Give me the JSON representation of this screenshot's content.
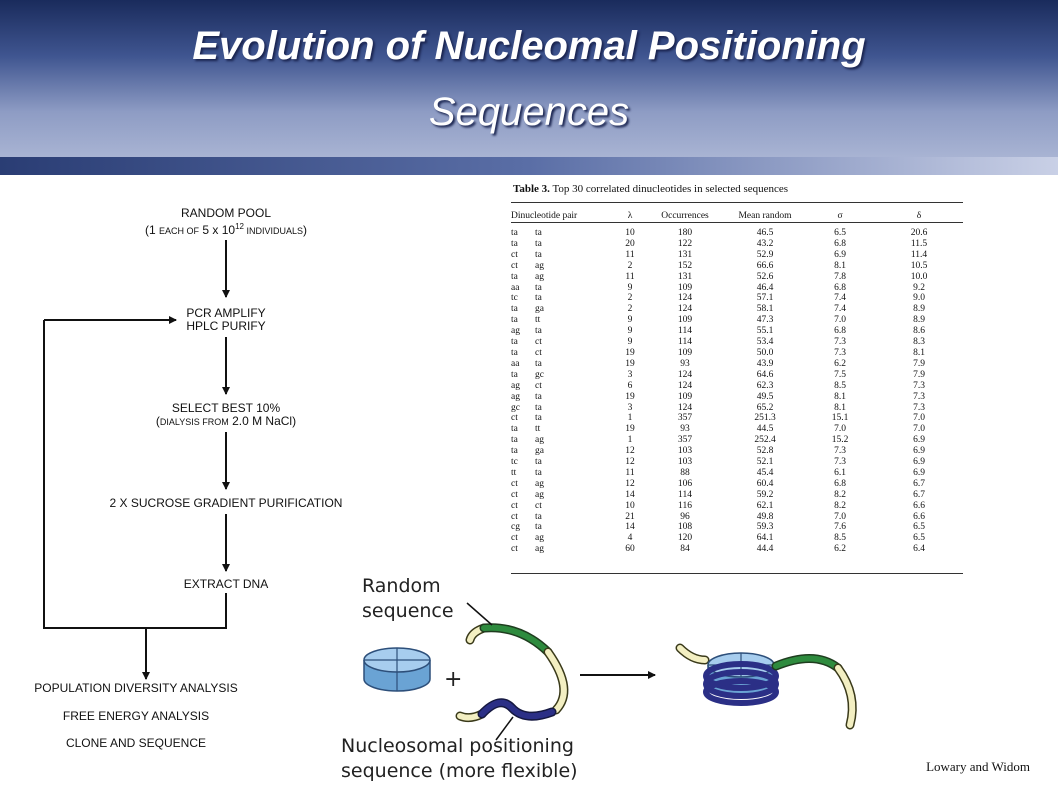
{
  "header": {
    "title_line1": "Evolution of Nucleomal Positioning",
    "title_line2": "Sequences"
  },
  "flowchart": {
    "random_pool_title": "RANDOM POOL",
    "random_pool_pre": "(1 ",
    "random_pool_each": "each of",
    "random_pool_mid": " 5 x 10",
    "random_pool_exp": "12",
    "random_pool_post_sc": " individuals",
    "random_pool_close": ")",
    "pcr": "PCR AMPLIFY",
    "hplc": "HPLC PURIFY",
    "select": "SELECT BEST 10%",
    "dialysis_pre": "(",
    "dialysis_sc": "dialysis from",
    "dialysis_post": " 2.0 M NaCl)",
    "sucrose": "2 X SUCROSE GRADIENT PURIFICATION",
    "extract": "EXTRACT DNA",
    "population": "POPULATION  DIVERSITY ANALYSIS",
    "free_energy": "FREE ENERGY ANALYSIS",
    "clone": "CLONE AND SEQUENCE"
  },
  "table": {
    "caption_bold": "Table 3.",
    "caption_rest": " Top 30 correlated dinucleotides in selected sequences",
    "headers": [
      "Dinucleotide pair",
      "λ",
      "Occurrences",
      "Mean random",
      "σ",
      "δ"
    ],
    "rows": [
      [
        "ta",
        "ta",
        "10",
        "180",
        "46.5",
        "6.5",
        "20.6"
      ],
      [
        "ta",
        "ta",
        "20",
        "122",
        "43.2",
        "6.8",
        "11.5"
      ],
      [
        "ct",
        "ta",
        "11",
        "131",
        "52.9",
        "6.9",
        "11.4"
      ],
      [
        "ct",
        "ag",
        "2",
        "152",
        "66.6",
        "8.1",
        "10.5"
      ],
      [
        "ta",
        "ag",
        "11",
        "131",
        "52.6",
        "7.8",
        "10.0"
      ],
      [
        "aa",
        "ta",
        "9",
        "109",
        "46.4",
        "6.8",
        "9.2"
      ],
      [
        "tc",
        "ta",
        "2",
        "124",
        "57.1",
        "7.4",
        "9.0"
      ],
      [
        "ta",
        "ga",
        "2",
        "124",
        "58.1",
        "7.4",
        "8.9"
      ],
      [
        "ta",
        "tt",
        "9",
        "109",
        "47.3",
        "7.0",
        "8.9"
      ],
      [
        "ag",
        "ta",
        "9",
        "114",
        "55.1",
        "6.8",
        "8.6"
      ],
      [
        "ta",
        "ct",
        "9",
        "114",
        "53.4",
        "7.3",
        "8.3"
      ],
      [
        "ta",
        "ct",
        "19",
        "109",
        "50.0",
        "7.3",
        "8.1"
      ],
      [
        "aa",
        "ta",
        "19",
        "93",
        "43.9",
        "6.2",
        "7.9"
      ],
      [
        "ta",
        "gc",
        "3",
        "124",
        "64.6",
        "7.5",
        "7.9"
      ],
      [
        "ag",
        "ct",
        "6",
        "124",
        "62.3",
        "8.5",
        "7.3"
      ],
      [
        "ag",
        "ta",
        "19",
        "109",
        "49.5",
        "8.1",
        "7.3"
      ],
      [
        "gc",
        "ta",
        "3",
        "124",
        "65.2",
        "8.1",
        "7.3"
      ],
      [
        "ct",
        "ta",
        "1",
        "357",
        "251.3",
        "15.1",
        "7.0"
      ],
      [
        "ta",
        "tt",
        "19",
        "93",
        "44.5",
        "7.0",
        "7.0"
      ],
      [
        "ta",
        "ag",
        "1",
        "357",
        "252.4",
        "15.2",
        "6.9"
      ],
      [
        "ta",
        "ga",
        "12",
        "103",
        "52.8",
        "7.3",
        "6.9"
      ],
      [
        "tc",
        "ta",
        "12",
        "103",
        "52.1",
        "7.3",
        "6.9"
      ],
      [
        "tt",
        "ta",
        "11",
        "88",
        "45.4",
        "6.1",
        "6.9"
      ],
      [
        "ct",
        "ag",
        "12",
        "106",
        "60.4",
        "6.8",
        "6.7"
      ],
      [
        "ct",
        "ag",
        "14",
        "114",
        "59.2",
        "8.2",
        "6.7"
      ],
      [
        "ct",
        "ct",
        "10",
        "116",
        "62.1",
        "8.2",
        "6.6"
      ],
      [
        "ct",
        "ta",
        "21",
        "96",
        "49.8",
        "7.0",
        "6.6"
      ],
      [
        "cg",
        "ta",
        "14",
        "108",
        "59.3",
        "7.6",
        "6.5"
      ],
      [
        "ct",
        "ag",
        "4",
        "120",
        "64.1",
        "8.5",
        "6.5"
      ],
      [
        "ct",
        "ag",
        "60",
        "84",
        "44.4",
        "6.2",
        "6.4"
      ]
    ]
  },
  "illustration": {
    "random_label_1": "Random",
    "random_label_2": "sequence",
    "plus": "+",
    "nps_label_1": "Nucleosomal positioning",
    "nps_label_2": "sequence (more flexible)",
    "colors": {
      "histone": "#7fb2dc",
      "random_dna": "#2e8b3e",
      "positioning_dna": "#2b2f86",
      "dna_end": "#f3efc2"
    }
  },
  "credit": "Lowary and Widom"
}
